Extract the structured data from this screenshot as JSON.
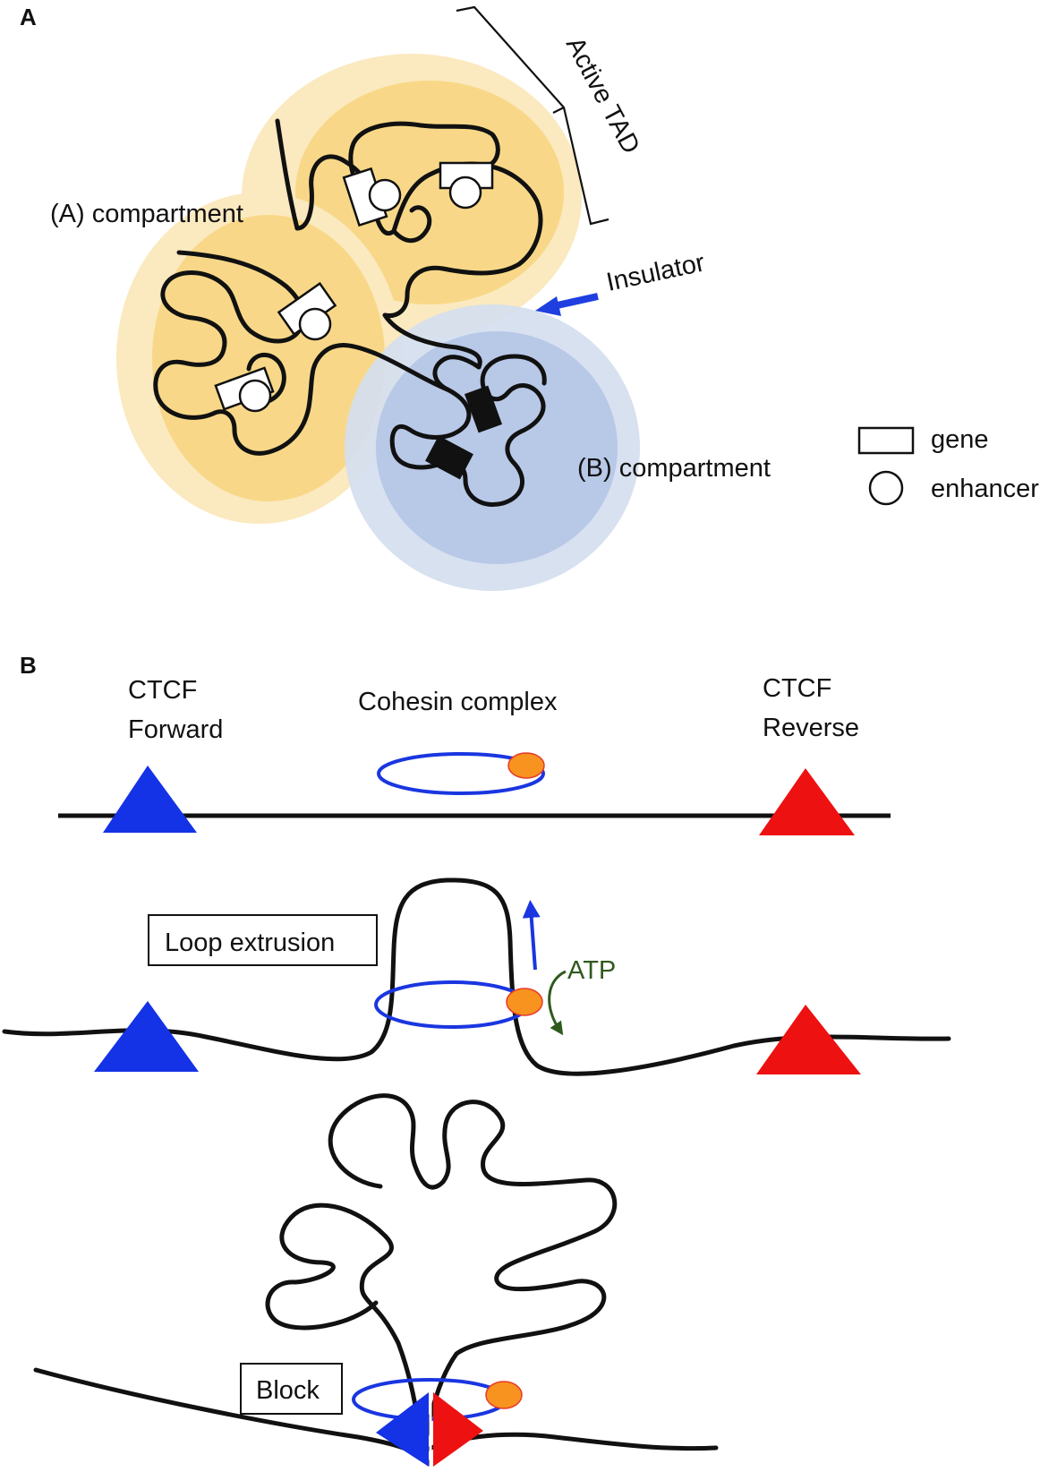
{
  "panel_a": {
    "letter": "A",
    "labels": {
      "active_tad": "Active TAD",
      "a_compartment": "(A) compartment",
      "b_compartment": "(B) compartment",
      "insulator": "Insulator"
    },
    "legend": {
      "gene": "gene",
      "enhancer": "enhancer"
    },
    "colors": {
      "a_compartment_outer": "#fbe9bf",
      "a_compartment_inner": "#f8d888",
      "b_compartment_outer": "#d4deef",
      "b_compartment_inner": "#b5c6e6",
      "insulator_arrow": "#1f3fe0"
    }
  },
  "panel_b": {
    "letter": "B",
    "labels": {
      "ctcf_forward_line1": "CTCF",
      "ctcf_forward_line2": "Forward",
      "cohesin": "Cohesin complex",
      "ctcf_reverse_line1": "CTCF",
      "ctcf_reverse_line2": "Reverse",
      "loop_extrusion": "Loop extrusion",
      "atp": "ATP",
      "block": "Block"
    },
    "colors": {
      "ctcf_forward": "#1432e6",
      "ctcf_reverse": "#ee1111",
      "cohesin_ring": "#1a36e0",
      "cohesin_head": "#f7931e",
      "atp_arrow": "#2f5a1c"
    }
  }
}
